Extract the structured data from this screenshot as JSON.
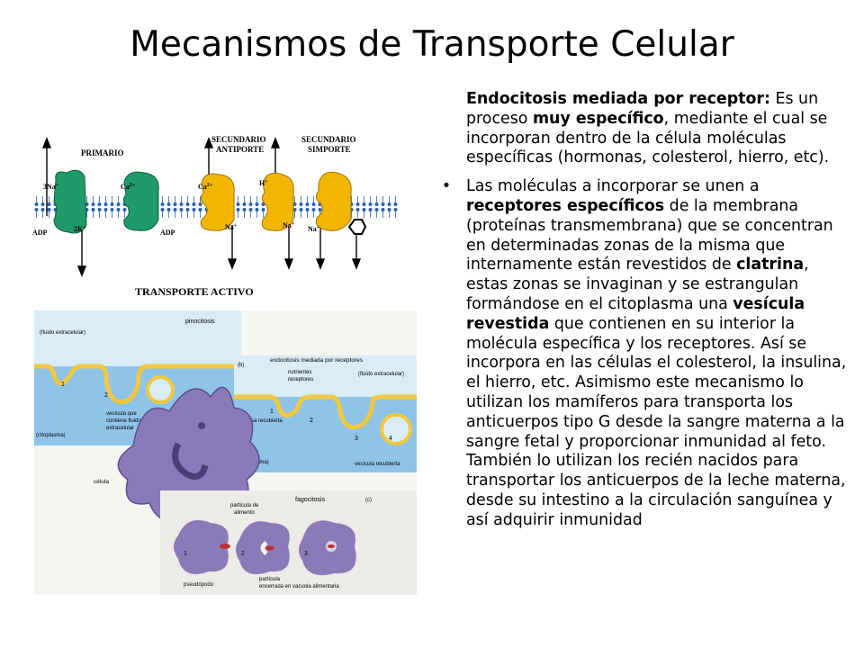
{
  "title": "Mecanismos de Transporte Celular",
  "intro": {
    "term": "Endocitosis mediada por receptor:",
    "t1": " Es un proceso ",
    "strong1": "muy específico",
    "t2": ", mediante el cual se incorporan dentro de la célula moléculas específicas (hormonas, colesterol, hierro, etc)."
  },
  "bullet": {
    "symbol": "•",
    "t1": "Las moléculas a incorporar se unen a ",
    "strong1": "receptores específicos",
    "t2": " de la membrana (proteínas transmembrana) que se concentran en determinadas zonas de la misma que internamente están revestidos de ",
    "strong2": "clatrina",
    "t3": ", estas zonas se invaginan y se estrangulan formándose en el citoplasma una ",
    "strong3": "vesícula revestida",
    "t4": " que contienen en su interior la molécula específica y los receptores. Así se incorpora en las células el colesterol, la insulina, el hierro, etc. Asimismo este mecanismo lo utilizan los mamíferos para transporta los anticuerpos tipo G desde la sangre materna a la sangre fetal y proporcionar inmunidad al feto. También lo utilizan los recién nacidos para transportar los anticuerpos de la leche materna, desde su intestino a la circulación sanguínea y así adquirir inmunidad"
  },
  "transport_figure": {
    "caption": "TRANSPORTE ACTIVO",
    "primario": "PRIMARIO",
    "sec_anti_1": "SECUNDARIO",
    "sec_anti_2": "ANTIPORTE",
    "sec_sim_1": "SECUNDARIO",
    "sec_sim_2": "SIMPORTE",
    "na3": "3Na",
    "k2": "2K",
    "adp1": "ADP",
    "adp2": "ADP",
    "ca_a": "Ca",
    "ca_b": "Ca",
    "h": "H",
    "na_a": "Na",
    "na_b": "Na",
    "na_c": "Na",
    "plus": "+",
    "two_plus": "2+",
    "colors": {
      "pump_green": "#1f9a6a",
      "pump_yellow": "#f2b705",
      "lipid": "#2b5fb0"
    }
  },
  "cell_figure": {
    "pinocitosis": "pinocitosis",
    "fluido1": "(fluido extracelular)",
    "vesicula_fluido_1": "vesícula que",
    "vesicula_fluido_2": "contiene fluido",
    "vesicula_fluido_3": "extracelular",
    "citoplasma1": "(citoplasma)",
    "panel_b": "(b)",
    "endo_title": "endocitosis mediada por receptores",
    "nutrientes": "nutrientes",
    "receptores": "receptores",
    "fluido2": "(fluido extracelular)",
    "fosa": "fosa recubierta",
    "citoplasma2": "(citoplasma)",
    "vesicula_rec": "vesícula recubierta",
    "celula": "célula",
    "fagocitosis": "fagocitosis",
    "panel_c": "(c)",
    "particula_1": "partícula de",
    "particula_2": "alimento",
    "pseudopodo": "pseudópodo",
    "encerrada_1": "partícula",
    "encerrada_2": "encerrada en vacuola alimentaria",
    "n1": "1",
    "n2": "2",
    "n3": "3",
    "n4": "4",
    "colors": {
      "cell_purple": "#8a7bb8",
      "membrane_yellow": "#f0c840",
      "fluid_blue": "#8fc4e8"
    }
  }
}
